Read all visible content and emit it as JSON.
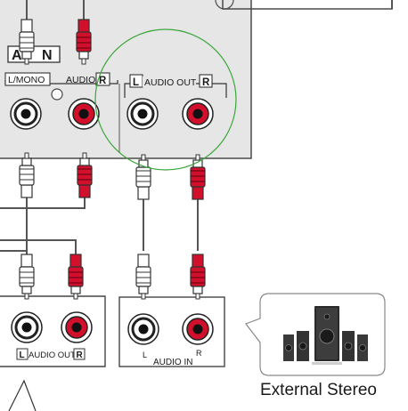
{
  "panel": {
    "ain_label_a": "A",
    "ain_label_n": "N",
    "lmono_label": "L/MONO",
    "audio_label": "AUDIO",
    "audio_r_badge": "R",
    "audio_out_l_badge": "L",
    "audio_out_label": "AUDIO OUT",
    "audio_out_r_badge": "R"
  },
  "device_left": {
    "out_l_badge": "L",
    "out_label": "AUDIO OUT",
    "out_r_badge": "R"
  },
  "device_in": {
    "l_mark": "L",
    "r_mark": "R",
    "label": "AUDIO IN"
  },
  "stereo": {
    "caption": "External Stereo"
  },
  "colors": {
    "panel_fill": "#e6e6e6",
    "panel_stroke": "#4a4a4a",
    "cable_white": "#ffffff",
    "cable_red": "#d2102b",
    "circle_highlight": "#3aa63a",
    "jack_red": "#d2102b"
  },
  "icons": [
    "rca-white-plug-icon",
    "rca-red-plug-icon",
    "rca-jack-white-icon",
    "rca-jack-red-icon",
    "speaker-system-icon"
  ]
}
